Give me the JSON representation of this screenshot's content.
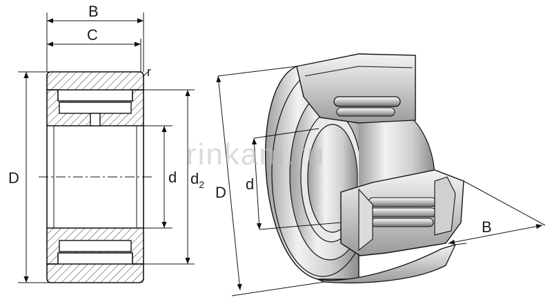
{
  "labels": {
    "B_top": "B",
    "C": "C",
    "r": "r",
    "D_left": "D",
    "d_mid": "d",
    "d2_base": "d",
    "d2_sub": "2",
    "D_right": "D",
    "d_right": "d",
    "B_right": "B"
  },
  "watermark": "rinkam.ru",
  "colors": {
    "line": "#111111",
    "hatch": "#333333",
    "metal_light": "#e8e8e8",
    "metal_mid": "#c9c9c9",
    "metal_dark": "#9a9a9a",
    "watermark": "#bdbdbd"
  }
}
